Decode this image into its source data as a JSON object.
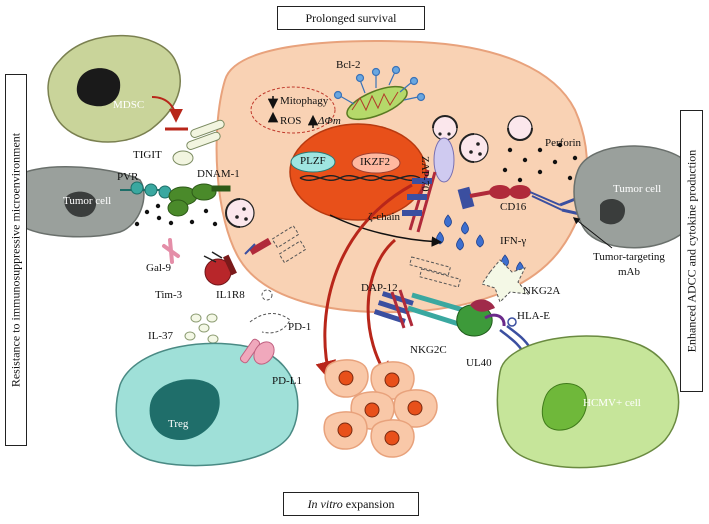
{
  "boxes": {
    "top": "Prolonged survival",
    "bottom_italic": "In vitro",
    "bottom_rest": " expansion",
    "left": "Resistance to immunosuppressive microenvironment",
    "right": "Enhanced ADCC and cytokine production"
  },
  "labels": {
    "mdsc": "MDSC",
    "tigit": "TIGIT",
    "pvr": "PVR",
    "dnam1": "DNAM-1",
    "tumor_cell_left": "Tumor cell",
    "gal9": "Gal-9",
    "tim3": "Tim-3",
    "il1r8": "IL1R8",
    "il37": "IL-37",
    "pd1": "PD-1",
    "pdl1": "PD-L1",
    "treg": "Treg",
    "bcl2": "Bcl-2",
    "mitophagy": "Mitophagy",
    "ros": "ROS",
    "delta_phi": "ΔΦm",
    "plzf": "PLZF",
    "ikzf2": "IKZF2",
    "zap70": "ZAP-70",
    "perforin": "Perforin",
    "zeta_chain": "ζ-chain",
    "cd16": "CD16",
    "tumor_cell_right": "Tumor cell",
    "ifn_gamma": "IFN-γ",
    "tumor_targeting_1": "Tumor-targeting",
    "tumor_targeting_2": "mAb",
    "nkg2a": "NKG2A",
    "dap12": "DAP-12",
    "hla_e": "HLA-E",
    "nkg2c": "NKG2C",
    "ul40": "UL40",
    "hcmv_cell": "HCMV+ cell"
  },
  "colors": {
    "nk_cell_fill": "#f9d2b4",
    "nk_cell_stroke": "#e8a27c",
    "nucleus": "#e8501a",
    "mdsc": "#c9d49a",
    "tumor": "#9aa09c",
    "treg": "#9fe0d8",
    "treg_nucleus": "#1f6e6a",
    "hcmv": "#c6e59a",
    "hcmv_nucleus": "#6fb83a",
    "arrow_red": "#b8261a",
    "receptor_blue": "#3b4fa0",
    "receptor_red": "#b02a3a",
    "ifn_blue": "#3d6fcf",
    "teal": "#3aa8a0",
    "green_receptor": "#3d7a2a"
  }
}
